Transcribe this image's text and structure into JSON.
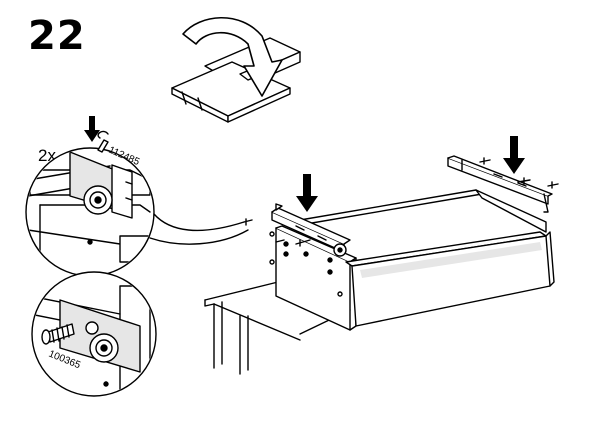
{
  "step": {
    "number": "22"
  },
  "detail_top": {
    "quantity": "2x",
    "part_number": "112485"
  },
  "detail_bottom": {
    "part_number": "100365"
  },
  "colors": {
    "ink": "#000000",
    "paper": "#ffffff",
    "shade": "#d9d9d9"
  },
  "icons": [
    "rotate-arrow-icon",
    "down-arrow-icon",
    "screw-icon",
    "wheel-icon"
  ]
}
